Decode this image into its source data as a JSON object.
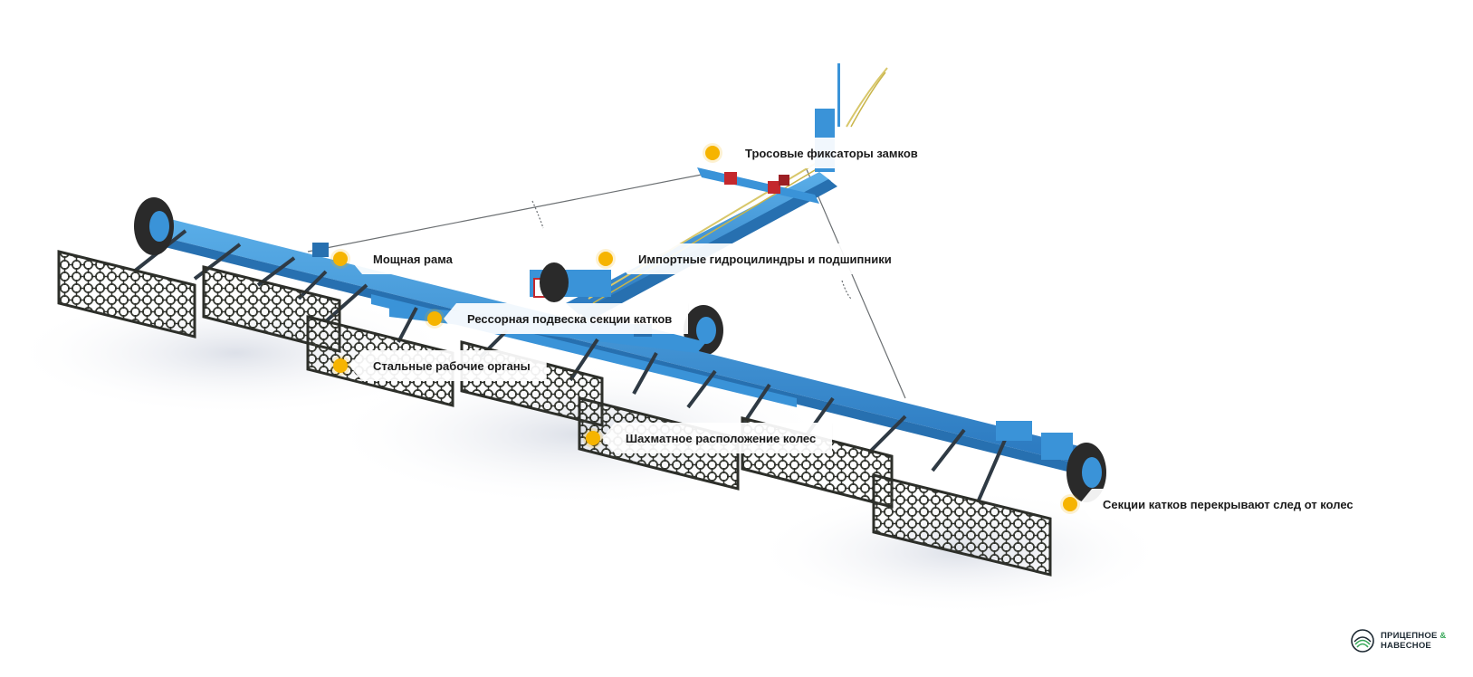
{
  "callouts": [
    {
      "id": "cable-locks",
      "label": "Тросовые фиксаторы замков"
    },
    {
      "id": "frame",
      "label": "Мощная рама"
    },
    {
      "id": "hydraulics",
      "label": "Импортные гидроцилиндры и подшипники"
    },
    {
      "id": "suspension",
      "label": "Рессорная подвеска секции катков"
    },
    {
      "id": "steel-tools",
      "label": "Стальные рабочие органы"
    },
    {
      "id": "staggered-wheels",
      "label": "Шахматное расположение колес"
    },
    {
      "id": "overlap",
      "label": "Секции катков перекрывают след от колес"
    }
  ],
  "brand": {
    "line1": "ПРИЦЕПНОЕ",
    "amp": "&",
    "line2": "НАВЕСНОЕ"
  },
  "colors": {
    "frame": "#3a93d8",
    "frame_dark": "#2770b0",
    "roller": "#3c3f38",
    "marker": "#f6b400",
    "brand_green": "#3aa85a"
  },
  "icons": {
    "marker": "yellow-dot",
    "logo": "field-rows-icon"
  }
}
